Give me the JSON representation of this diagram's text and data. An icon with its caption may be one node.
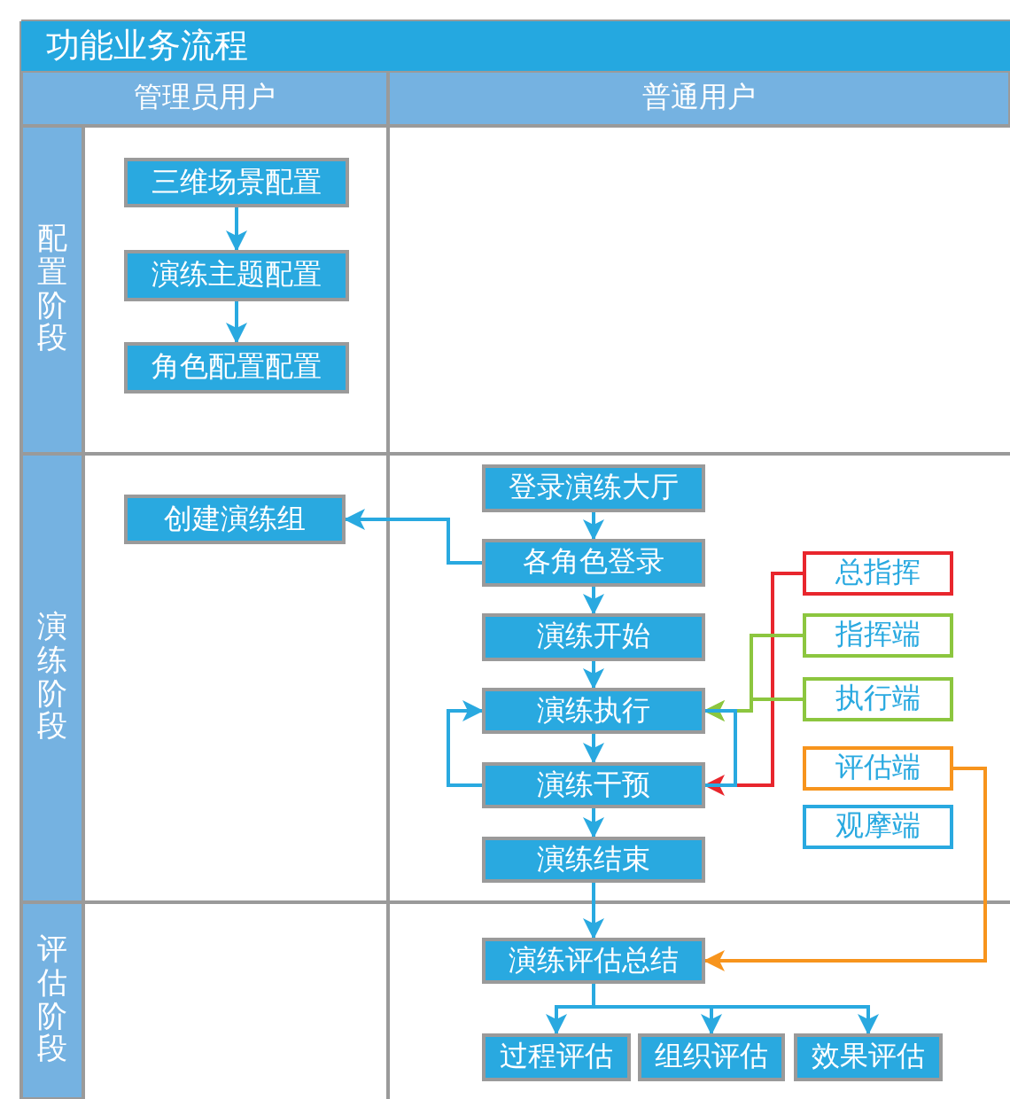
{
  "diagram": {
    "title": "功能业务流程",
    "nodes": [
      {
        "text": [
          "管理员用户"
        ]
      },
      {
        "text": [
          "普通用户"
        ]
      },
      {
        "text": [
          "配置阶段"
        ]
      },
      {
        "text": [
          "演练阶段"
        ]
      },
      {
        "text": [
          "评估阶段"
        ]
      },
      {
        "text": [
          "三维场景配置"
        ]
      },
      {
        "text": [
          "演练主题配置"
        ]
      },
      {
        "text": [
          "角色配置配置"
        ]
      },
      {
        "text": [
          "创建演练组"
        ]
      },
      {
        "text": [
          "登录演练大厅"
        ]
      },
      {
        "text": [
          "各角色登录"
        ]
      },
      {
        "text": [
          "演练开始"
        ]
      },
      {
        "text": [
          "演练执行"
        ]
      },
      {
        "text": [
          "演练干预"
        ]
      },
      {
        "text": [
          "演练结束"
        ]
      },
      {
        "text": [
          "总指挥"
        ]
      },
      {
        "text": [
          "指挥端"
        ]
      },
      {
        "text": [
          "执行端"
        ]
      },
      {
        "text": [
          "评估端"
        ]
      },
      {
        "text": [
          "观摩端"
        ]
      },
      {
        "text": [
          "演练评估总结"
        ]
      },
      {
        "text": [
          "过程评估"
        ]
      },
      {
        "text": [
          "组织评估"
        ]
      },
      {
        "text": [
          "效果评估"
        ]
      }
    ],
    "edges": [
      {
        "from": 5,
        "to": 6,
        "arrow": "to"
      },
      {
        "from": 6,
        "to": 7,
        "arrow": "to"
      },
      {
        "from": 9,
        "to": 10,
        "arrow": "to"
      },
      {
        "from": 10,
        "to": 8,
        "arrow": "to"
      },
      {
        "from": 10,
        "to": 11,
        "arrow": "to"
      },
      {
        "from": 11,
        "to": 12,
        "arrow": "to"
      },
      {
        "from": 12,
        "to": 13,
        "arrow": "to"
      },
      {
        "from": 13,
        "to": 12,
        "arrow": "to"
      },
      {
        "from": 13,
        "to": 14,
        "arrow": "to"
      },
      {
        "from": 15,
        "to": 13,
        "arrow": "to",
        "color": "#e8262d"
      },
      {
        "from": 16,
        "to": 12,
        "arrow": "to",
        "color": "#8cc63f"
      },
      {
        "from": 17,
        "to": 12,
        "arrow": "to",
        "color": "#8cc63f"
      },
      {
        "from": 13,
        "to": 12,
        "arrow": "none"
      },
      {
        "from": 18,
        "to": 20,
        "arrow": "to",
        "color": "#f7941d"
      },
      {
        "from": 14,
        "to": 20,
        "arrow": "to"
      },
      {
        "from": 20,
        "to": 21,
        "arrow": "to"
      },
      {
        "from": 20,
        "to": 22,
        "arrow": "to"
      },
      {
        "from": 20,
        "to": 23,
        "arrow": "to"
      }
    ]
  }
}
